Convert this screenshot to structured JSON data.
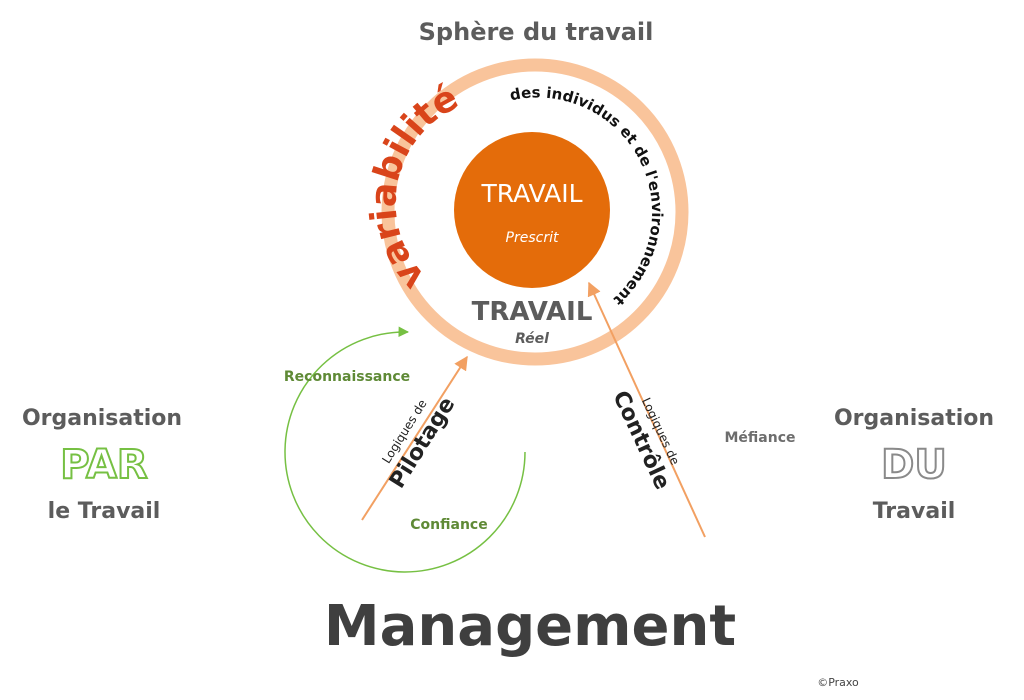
{
  "sphere_title": "Sphère du travail",
  "variabilite": "variabilité",
  "variabilite_suffix": "des individus et de l'environnement",
  "prescrit": {
    "title": "TRAVAIL",
    "subtitle": "Prescrit"
  },
  "reel": {
    "title": "TRAVAIL",
    "subtitle": "Réel"
  },
  "left_org": {
    "line1": "Organisation",
    "key": "PAR",
    "line3": "le Travail"
  },
  "right_org": {
    "line1": "Organisation",
    "key": "DU",
    "line3": "Travail"
  },
  "pilotage": {
    "small": "Logiques de",
    "big": "Pilotage"
  },
  "controle": {
    "small": "Logiques de",
    "big": "Contrôle"
  },
  "reconnaissance": "Reconnaissance",
  "confiance": "Confiance",
  "mefiance": "Méfiance",
  "management": "Management",
  "copyright": "©Praxo",
  "colors": {
    "orange": "#e46c0a",
    "ring": "#f9c49b",
    "red": "#d9441a",
    "green": "#76c043",
    "green_text": "#5f8a36",
    "arrow": "#f2a062",
    "gray": "#5c5c5c",
    "dark": "#3f3f3f"
  }
}
